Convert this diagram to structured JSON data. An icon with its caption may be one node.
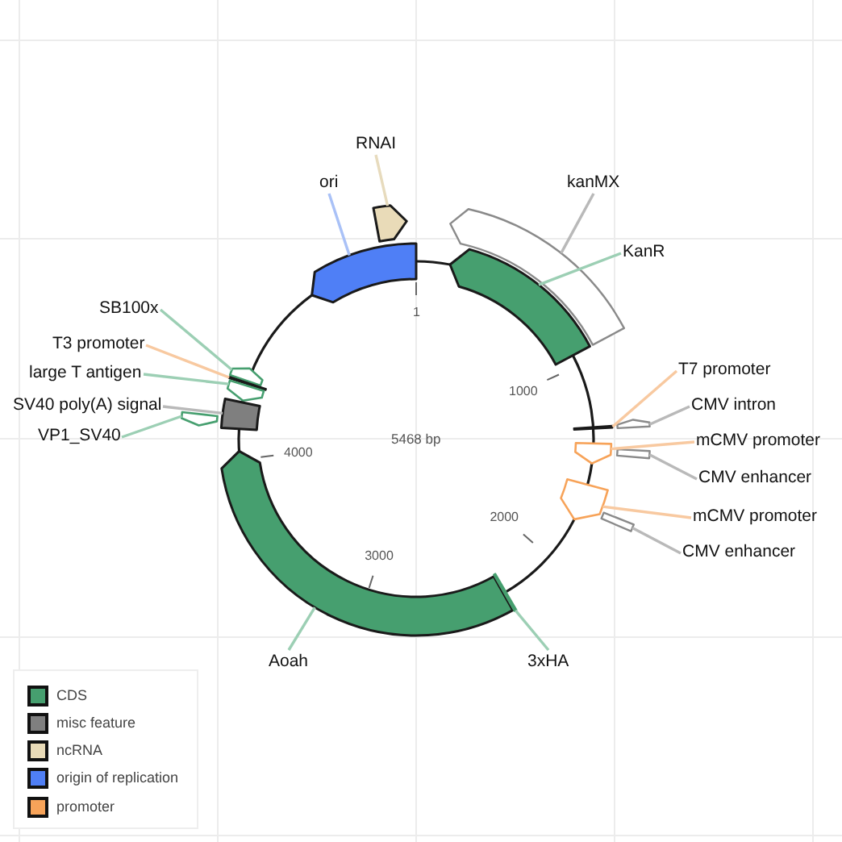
{
  "diagram": {
    "nodes": [
      {
        "text": [
          "ori"
        ]
      },
      {
        "text": [],
        "shape": "arc"
      },
      {
        "text": [
          "RNAI"
        ]
      },
      {
        "text": [],
        "shape": "arc"
      },
      {
        "text": [
          "kanMX"
        ]
      },
      {
        "text": [],
        "shape": "arc"
      },
      {
        "text": [
          "KanR"
        ]
      },
      {
        "text": [],
        "shape": "arc"
      },
      {
        "text": [
          "SB100x"
        ]
      },
      {
        "text": [],
        "shape": "arc"
      },
      {
        "text": [
          "T3 promoter"
        ]
      },
      {
        "text": [],
        "shape": "bar"
      },
      {
        "text": [
          "large T antigen"
        ]
      },
      {
        "text": [],
        "shape": "arc"
      },
      {
        "text": [
          "T7 promoter"
        ]
      },
      {
        "text": [],
        "shape": "bar"
      },
      {
        "text": [
          "CMV intron"
        ]
      },
      {
        "text": [],
        "shape": "arc"
      },
      {
        "text": [
          "SV40 poly(A) signal"
        ]
      },
      {
        "text": [],
        "shape": "box"
      },
      {
        "text": [
          "VP1_SV40"
        ]
      },
      {
        "text": [],
        "shape": "arc"
      },
      {
        "text": [
          "mCMV promoter"
        ]
      },
      {
        "text": [],
        "shape": "arc"
      },
      {
        "text": [
          "CMV enhancer"
        ]
      },
      {
        "text": [],
        "shape": "bar"
      },
      {
        "text": [
          "mCMV promoter"
        ]
      },
      {
        "text": [],
        "shape": "arc"
      },
      {
        "text": [
          "CMV enhancer"
        ]
      },
      {
        "text": [],
        "shape": "bar"
      },
      {
        "text": [
          "Aoah"
        ]
      },
      {
        "text": [],
        "shape": "arc"
      },
      {
        "text": [
          "3xHA"
        ]
      },
      {
        "text": [],
        "shape": "bar"
      }
    ],
    "edges": [
      {
        "from": 0,
        "to": 1,
        "arrow": "none",
        "color": "#a9c1f7"
      },
      {
        "from": 2,
        "to": 3,
        "arrow": "none",
        "color": "#e7dbbd"
      },
      {
        "from": 4,
        "to": 5,
        "arrow": "none",
        "color": "#b9b9b9"
      },
      {
        "from": 6,
        "to": 7,
        "arrow": "none"
      },
      {
        "from": 8,
        "to": 9,
        "arrow": "none"
      },
      {
        "from": 10,
        "to": 11,
        "arrow": "none",
        "color": "#f8c9a0"
      },
      {
        "from": 12,
        "to": 13,
        "arrow": "none"
      },
      {
        "from": 14,
        "to": 15,
        "arrow": "none",
        "color": "#f8c9a0"
      },
      {
        "from": 16,
        "to": 17,
        "arrow": "none",
        "color": "#b9b9b9"
      },
      {
        "from": 18,
        "to": 19,
        "arrow": "none",
        "color": "#b9b9b9"
      },
      {
        "from": 20,
        "to": 21,
        "arrow": "none"
      },
      {
        "from": 22,
        "to": 23,
        "arrow": "none",
        "color": "#f8c9a0"
      },
      {
        "from": 24,
        "to": 25,
        "arrow": "none",
        "color": "#b9b9b9"
      },
      {
        "from": 26,
        "to": 27,
        "arrow": "none",
        "color": "#f8c9a0"
      },
      {
        "from": 28,
        "to": 29,
        "arrow": "none",
        "color": "#b9b9b9"
      },
      {
        "from": 30,
        "to": 31,
        "arrow": "none"
      },
      {
        "from": 32,
        "to": 33,
        "arrow": "none"
      }
    ],
    "labels": [
      "1",
      "1000",
      "5468 bp",
      "4000",
      "2000",
      "3000"
    ],
    "legend": [
      {
        "text": "CDS",
        "color": "#469f6f"
      },
      {
        "text": "misc feature",
        "color": "#7f7f7f"
      },
      {
        "text": "ncRNA",
        "color": "#e9dbb8"
      },
      {
        "text": "origin of replication",
        "color": "#4f7ff6"
      },
      {
        "text": "promoter",
        "color": "#f7a359"
      }
    ]
  }
}
